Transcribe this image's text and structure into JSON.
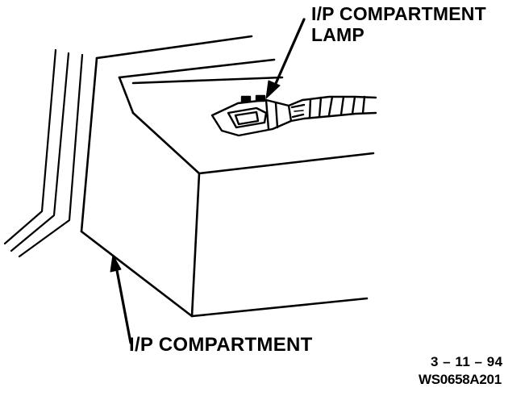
{
  "labels": {
    "lamp_line1": "I/P COMPARTMENT",
    "lamp_line2": "LAMP",
    "compartment": "I/P COMPARTMENT"
  },
  "figure_info": {
    "date_code": "3 – 11 – 94",
    "reference_code": "WS0658A201"
  },
  "colors": {
    "ink": "#000000",
    "paper": "#ffffff"
  }
}
